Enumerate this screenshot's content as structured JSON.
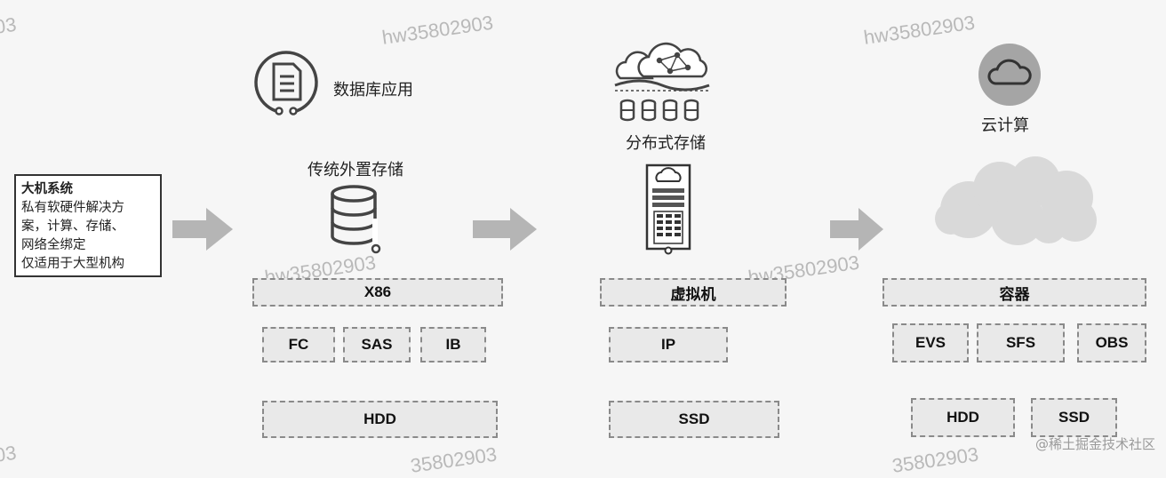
{
  "watermark": "hw35802903",
  "watermark_partial_left": "03",
  "watermark_partial_bottom": "35802903",
  "mainframe": {
    "title": "大机系统",
    "lines": [
      "私有软硬件解决方",
      "案，计算、存储、",
      "网络全绑定",
      "仅适用于大型机构"
    ]
  },
  "stage1": {
    "app_label": "数据库应用",
    "storage_label": "传统外置存储",
    "bar": "X86",
    "protocols": [
      "FC",
      "SAS",
      "IB"
    ],
    "media": "HDD"
  },
  "stage2": {
    "label": "分布式存储",
    "bar": "虚拟机",
    "protocol": "IP",
    "media": "SSD"
  },
  "stage3": {
    "label": "云计算",
    "bar": "容器",
    "services": [
      "EVS",
      "SFS",
      "OBS"
    ],
    "media": [
      "HDD",
      "SSD"
    ]
  },
  "footer": "@稀土掘金技术社区",
  "colors": {
    "arrow": "#b5b5b5",
    "icon": "#444444",
    "cloud": "#d9d9d9",
    "cloud_badge": "#a5a5a5"
  }
}
